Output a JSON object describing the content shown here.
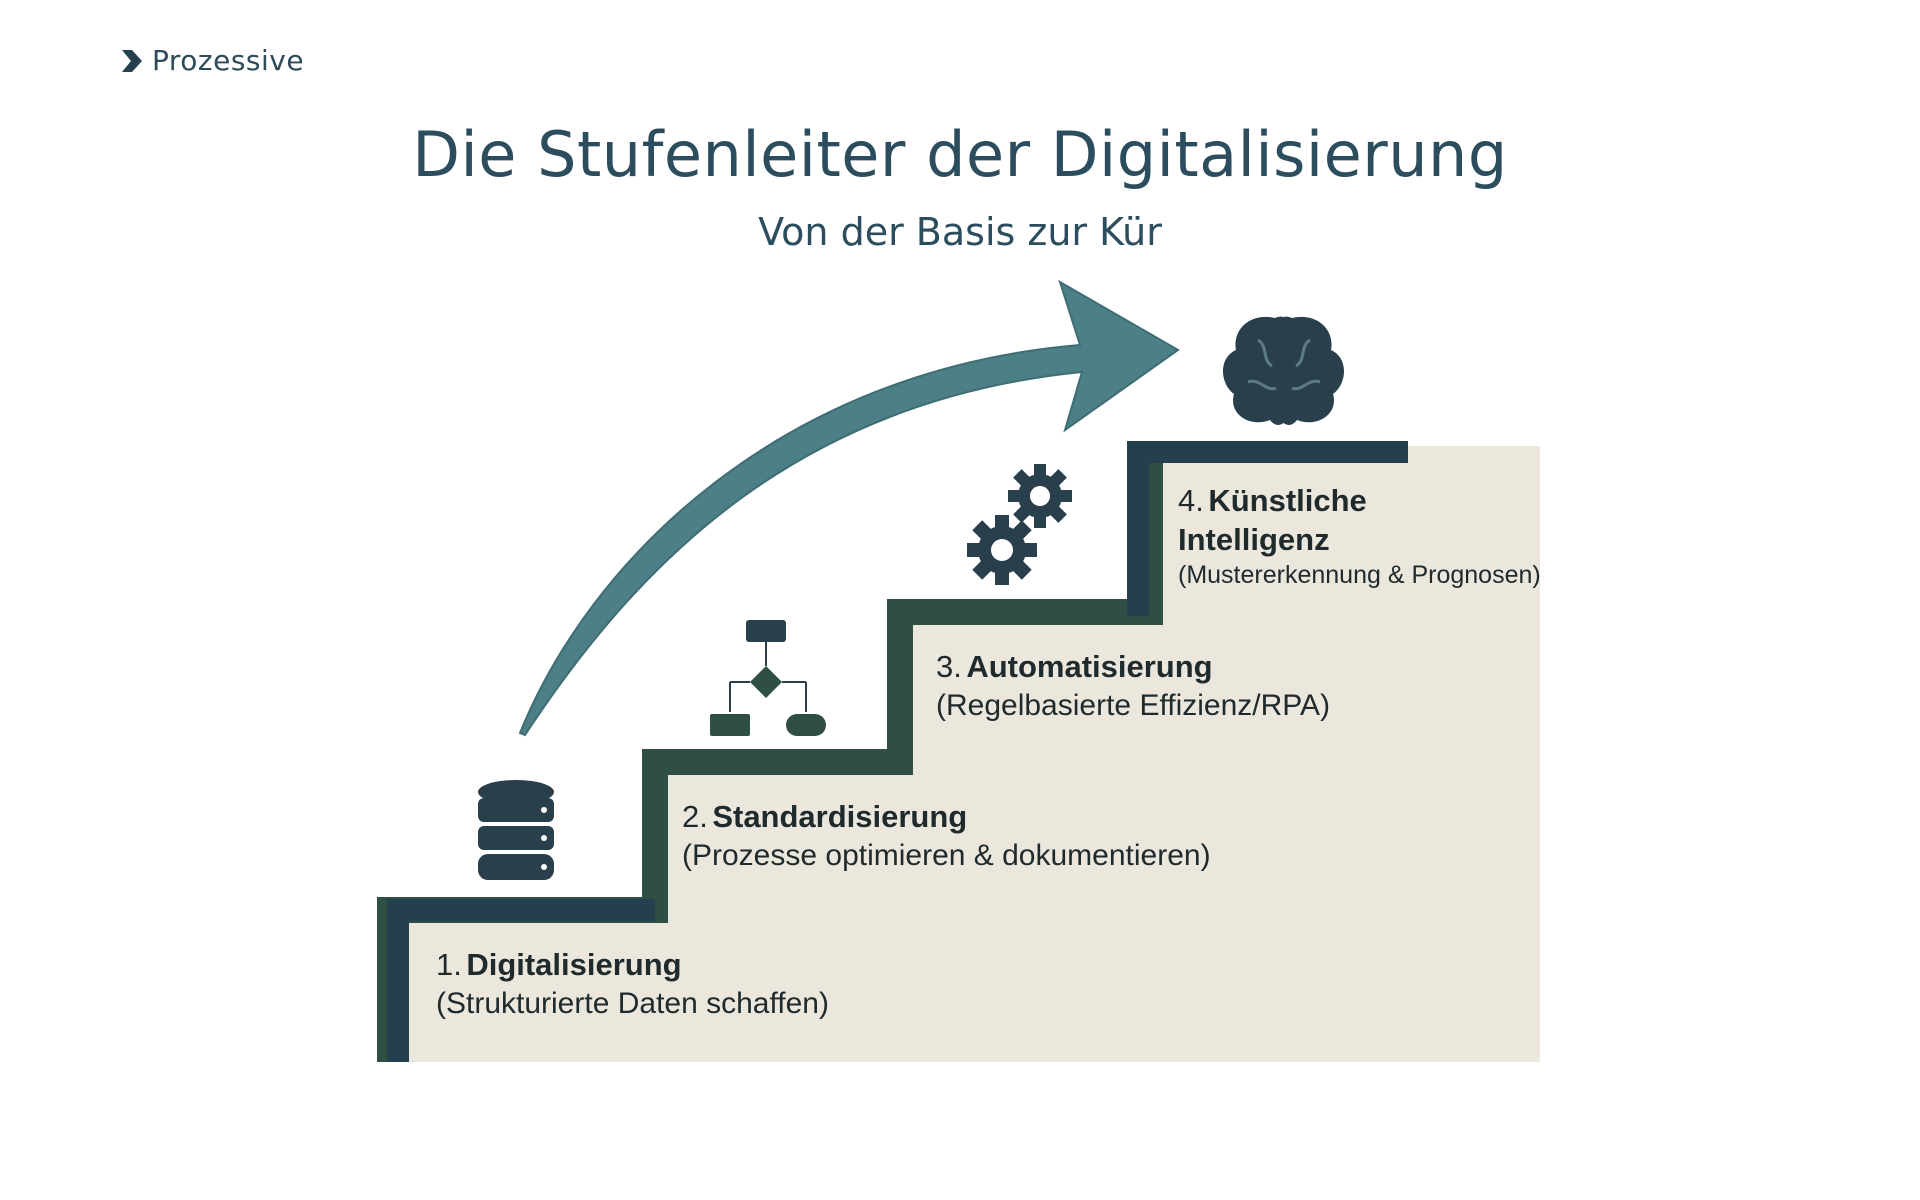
{
  "brand": {
    "name": "Prozessive",
    "icon": "chevron-right-icon"
  },
  "title": "Die Stufenleiter der Digitalisierung",
  "subtitle": "Von der Basis zur Kür",
  "colors": {
    "text": "#2c4d5e",
    "stair_dark": "#243f4d",
    "stair_green": "#2f4f44",
    "stair_fill": "#ebe7dd",
    "arrow": "#4d7f86",
    "icon": "#2a3f4c"
  },
  "steps": [
    {
      "number": "1.",
      "name": "Digitalisierung",
      "description": "(Strukturierte Daten schaffen)",
      "icon": "database-icon"
    },
    {
      "number": "2.",
      "name": "Standardisierung",
      "description": "(Prozesse optimieren & dokumentieren)",
      "icon": "flowchart-icon"
    },
    {
      "number": "3.",
      "name": "Automatisierung",
      "description": "(Regelbasierte Effizienz/RPA)",
      "icon": "gears-icon"
    },
    {
      "number": "4.",
      "name": "Künstliche",
      "name2": "Intelligenz",
      "description": "(Mustererkennung & Prognosen)",
      "icon": "brain-icon"
    }
  ]
}
